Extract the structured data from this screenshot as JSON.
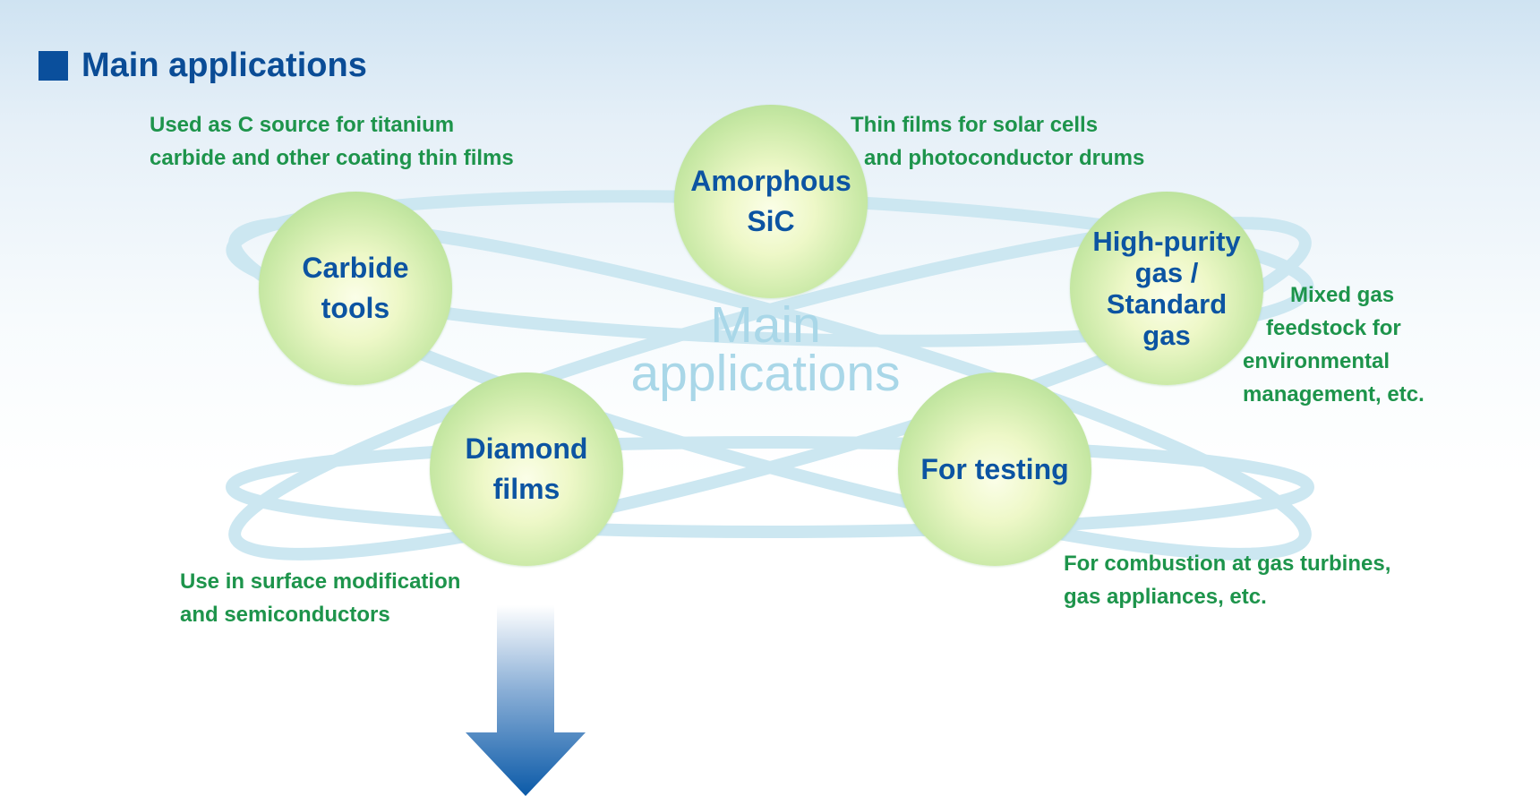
{
  "header": {
    "title": "Main applications"
  },
  "center_label": {
    "line1": "Main",
    "line2": "applications"
  },
  "bubbles": {
    "amorphous": "Amorphous\nSiC",
    "carbide": "Carbide\ntools",
    "high_purity": "High-purity\ngas /\nStandard\ngas",
    "diamond": "Diamond\nfilms",
    "testing": "For testing"
  },
  "notes": {
    "carbide": {
      "line1": "Used as C source for titanium",
      "line2": "carbide and other coating thin films"
    },
    "amorphous": {
      "line1": "Thin films for solar cells",
      "line2": "and photoconductor drums"
    },
    "high_purity": {
      "line1": "Mixed gas",
      "line2": "feedstock for",
      "line3": "environmental",
      "line4": "management, etc."
    },
    "diamond": {
      "line1": "Use in surface modification",
      "line2": "and semiconductors"
    },
    "testing": {
      "line1": "For combustion at gas turbines,",
      "line2": "gas appliances, etc."
    }
  },
  "colors": {
    "header_blue": "#0a4c96",
    "bubble_text": "#0c54a2",
    "note_green": "#1d944b",
    "ring": "#cce7f1",
    "center_text": "#a9d7e8"
  },
  "icons": {
    "header_marker": "square-bullet-icon",
    "arrow": "down-arrow-icon"
  }
}
